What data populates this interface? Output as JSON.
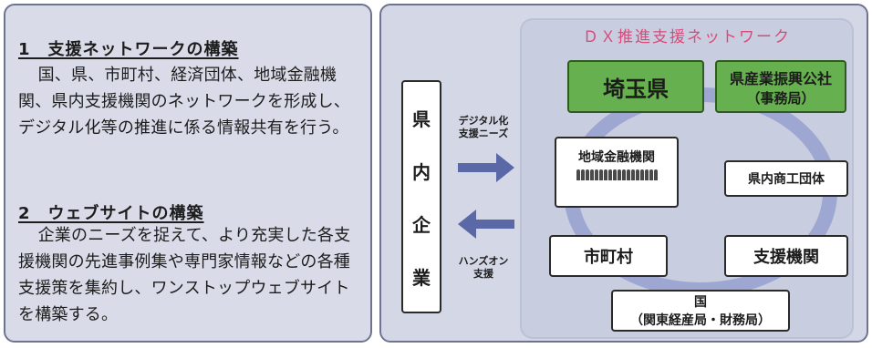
{
  "left": {
    "section1": {
      "title": "1　支援ネットワークの構築",
      "body": "国、県、市町村、経済団体、地域金融機関、県内支援機関のネットワークを形成し、デジタル化等の推進に係る情報共有を行う。"
    },
    "section2": {
      "title": "2　ウェブサイトの構築",
      "body": "企業のニーズを捉えて、より充実した各支援機関の先進事例集や専門家情報などの各種支援策を集約し、ワンストップウェブサイトを構築する。"
    }
  },
  "diagram": {
    "title": "ＤＸ推進支援ネットワーク",
    "pref_companies": [
      "県",
      "内",
      "企",
      "業"
    ],
    "flow_in_label": "デジタル化\n支援ニーズ",
    "flow_out_label": "ハンズオン\n支援",
    "nodes": {
      "saitama": "埼玉県",
      "kosha": "県産業振興公社",
      "kosha_sub": "（事務局）",
      "bank": "地域金融機関",
      "shoko": "県内商工団体",
      "city": "市町村",
      "support": "支援機関",
      "kuni": "国",
      "kuni_sub": "（関東経産局・財務局）"
    },
    "colors": {
      "green_node": "#67b04f",
      "arrow": "#5a68a8",
      "ring": "#9ea7d1",
      "title": "#d94a79"
    }
  }
}
